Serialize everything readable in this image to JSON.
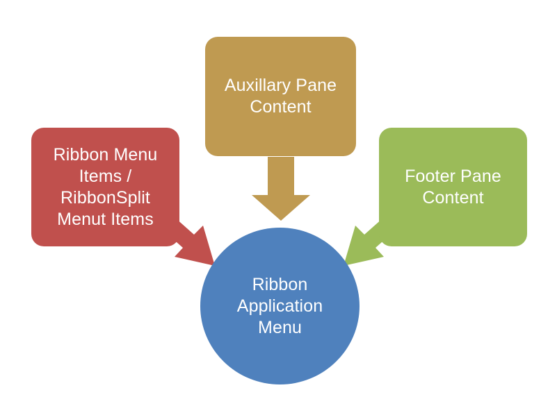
{
  "diagram": {
    "title": "Ribbon Application Menu composition diagram",
    "background_color": "#FFFFFF",
    "type": "relationship-diagram",
    "nodes": [
      {
        "id": "ribbon-menu-box",
        "label": "Ribbon Menu\nItems /\nRibbonSplit\nMenut Items",
        "shape": "rounded-rectangle",
        "color": "#C0504D",
        "text_color": "#FFFFFF"
      },
      {
        "id": "aux-pane-box",
        "label": "Auxillary Pane\nContent",
        "shape": "rounded-rectangle",
        "color": "#BF9A51",
        "text_color": "#FFFFFF"
      },
      {
        "id": "footer-pane-box",
        "label": "Footer Pane\nContent",
        "shape": "rounded-rectangle",
        "color": "#9BBB59",
        "text_color": "#FFFFFF"
      },
      {
        "id": "ribbon-app-menu-circle",
        "label": "Ribbon\nApplication\nMenu",
        "shape": "circle",
        "color": "#4F81BD",
        "text_color": "#FFFFFF"
      }
    ],
    "arrows": [
      {
        "id": "arrow-ribbon-menu-to-app-menu",
        "from": "ribbon-menu-box",
        "to": "ribbon-app-menu-circle",
        "color": "#C0504D",
        "direction": "down-right"
      },
      {
        "id": "arrow-aux-pane-to-app-menu",
        "from": "aux-pane-box",
        "to": "ribbon-app-menu-circle",
        "color": "#BF9A51",
        "direction": "down"
      },
      {
        "id": "arrow-footer-pane-to-app-menu",
        "from": "footer-pane-box",
        "to": "ribbon-app-menu-circle",
        "color": "#9BBB59",
        "direction": "down-left"
      }
    ]
  }
}
